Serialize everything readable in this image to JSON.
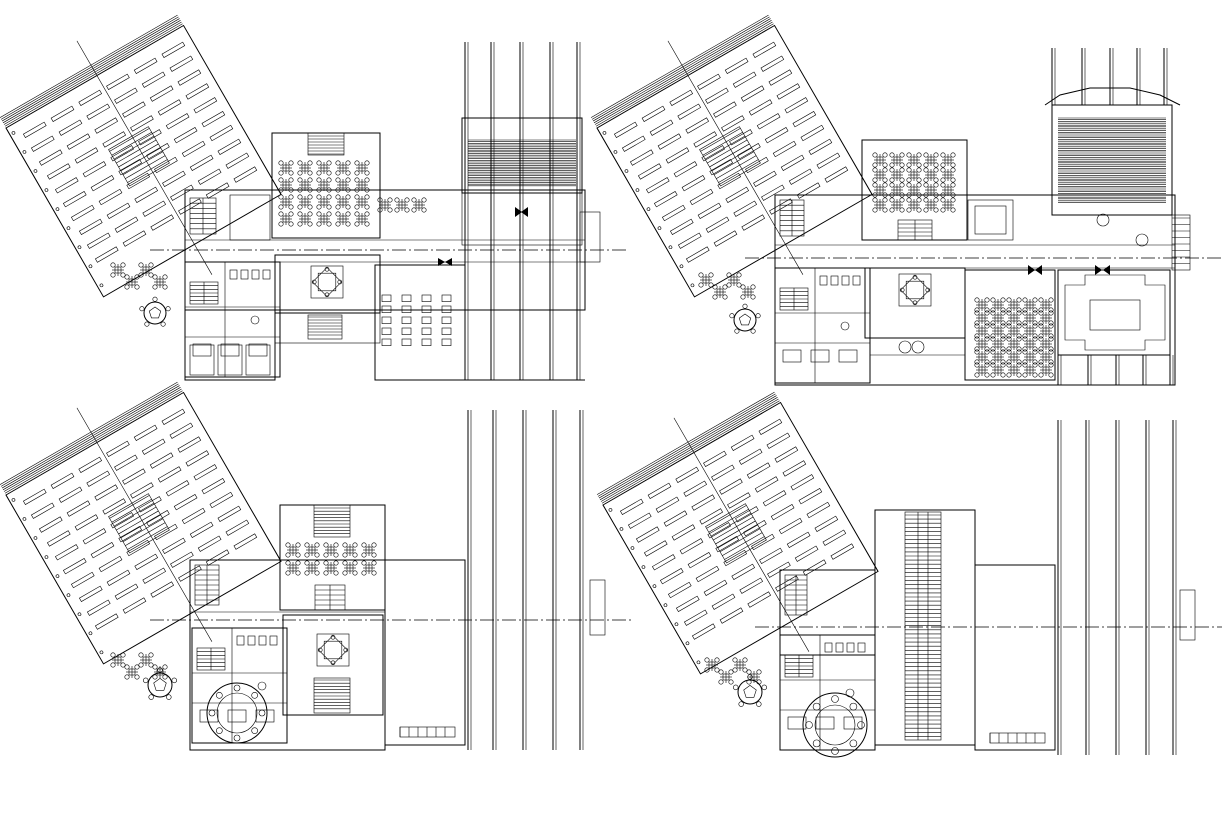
{
  "drawing": {
    "background": "#ffffff",
    "line_color": "#000000",
    "sheet_count": 4,
    "plans": [
      {
        "id": "plan-1",
        "variant": "classrooms-and-auditorium"
      },
      {
        "id": "plan-2",
        "variant": "dining-and-courtyard"
      },
      {
        "id": "plan-3",
        "variant": "open-deck"
      },
      {
        "id": "plan-4",
        "variant": "long-hall"
      }
    ]
  }
}
